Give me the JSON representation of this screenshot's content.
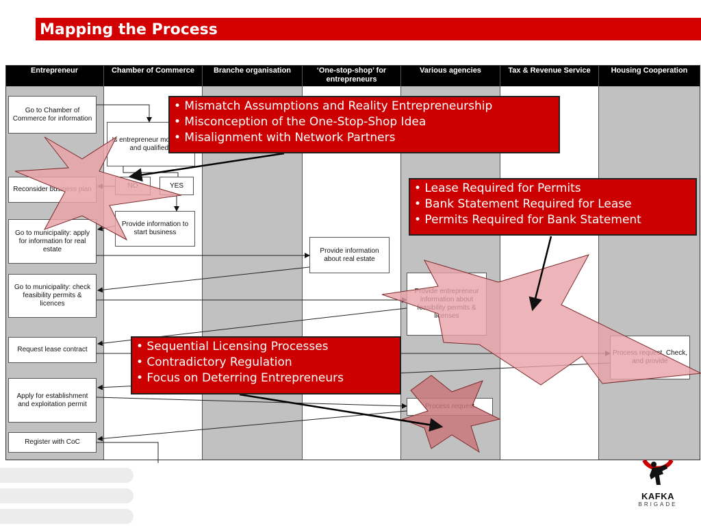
{
  "slide": {
    "title": "Mapping the Process"
  },
  "lanes": [
    {
      "label": "Entrepreneur"
    },
    {
      "label": "Chamber of Commerce"
    },
    {
      "label": "Branche organisation"
    },
    {
      "label": "‘One-stop-shop’ for entrepreneurs"
    },
    {
      "label": "Various agencies"
    },
    {
      "label": "Tax & Revenue Service"
    },
    {
      "label": "Housing Cooperation"
    }
  ],
  "steps": {
    "go_to_coc": "Go to Chamber of Commerce for information",
    "is_motivated": "Is entrepreneur motivated and qualified?",
    "no": "NO",
    "yes": "YES",
    "reconsider": "Reconsider business plan",
    "provide_info_start": "Provide information to start business",
    "municipality_real_estate": "Go to municipality: apply for information for real estate",
    "provide_info_real_estate": "Provide information about real estate",
    "municipality_feasibility": "Go to municipality: check feasibility permits & licences",
    "provide_info_feasibility": "Provide entrepreneur information about feasibility permits & licenses",
    "request_lease": "Request lease contract",
    "process_check_provide": "Process request. Check, and provide",
    "apply_establishment": "Apply for establishment and exploitation permit",
    "process_request": "Process request",
    "register_coc": "Register with CoC"
  },
  "callouts": {
    "top": [
      "• Mismatch Assumptions and Reality Entrepreneurship",
      "• Misconception of the One-Stop-Shop Idea",
      "• Misalignment with Network Partners"
    ],
    "right": [
      "• Lease Required for Permits",
      "• Bank Statement Required for Lease",
      "• Permits Required for Bank Statement"
    ],
    "bottom": [
      "• Sequential Licensing Processes",
      "• Contradictory Regulation",
      "• Focus on Deterring Entrepreneurs"
    ]
  },
  "logo": {
    "name": "KAFKA",
    "sub": "BRIGADE"
  },
  "colors": {
    "brand_red": "#d20000",
    "callout_red": "#cc0000",
    "star_fill": "#e9a3a8"
  }
}
